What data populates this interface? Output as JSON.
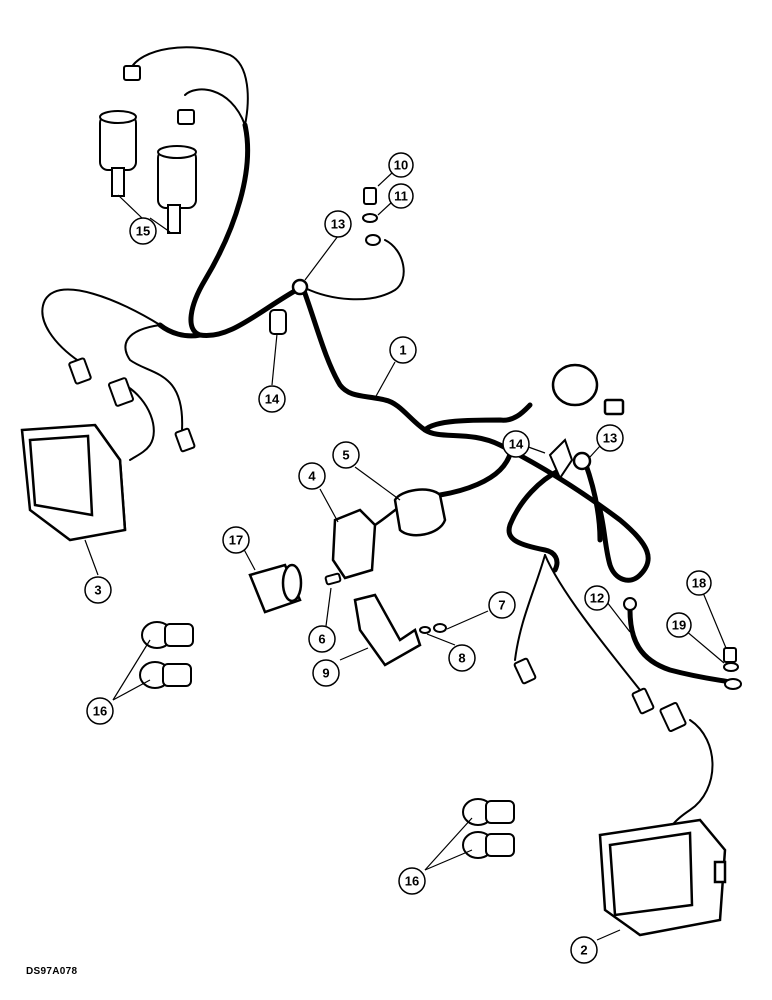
{
  "diagram": {
    "drawing_code": "DS97A078",
    "callouts": [
      "1",
      "2",
      "3",
      "4",
      "5",
      "6",
      "7",
      "8",
      "9",
      "10",
      "11",
      "12",
      "13",
      "13",
      "14",
      "14",
      "15",
      "16",
      "16",
      "17",
      "18",
      "19"
    ]
  }
}
